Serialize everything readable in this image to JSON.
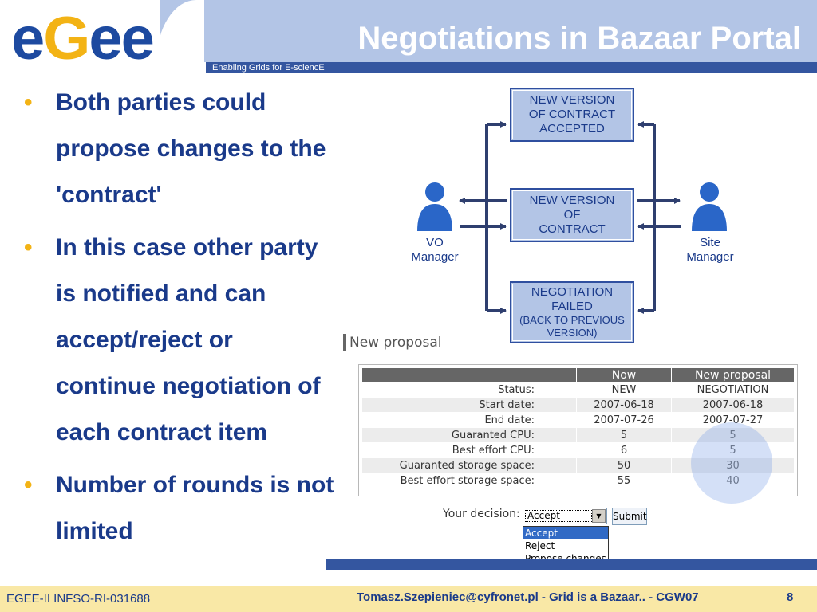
{
  "header": {
    "logo_part1": "e",
    "logo_part2": "G",
    "logo_part3": "ee",
    "title": "Negotiations in Bazaar Portal",
    "tagline": "Enabling Grids for E-sciencE"
  },
  "bullets": [
    "Both parties could propose changes to the 'contract'",
    "In this case other party is notified and can accept/reject or continue negotiation of each contract item",
    "Number of rounds is not limited"
  ],
  "diagram": {
    "box_accepted": [
      "NEW VERSION",
      "OF CONTRACT",
      "ACCEPTED"
    ],
    "box_new": [
      "NEW VERSION",
      "OF",
      "CONTRACT"
    ],
    "box_failed": [
      "NEGOTIATION",
      "FAILED"
    ],
    "box_failed_note": [
      "(BACK TO PREVIOUS",
      "VERSION)"
    ],
    "vo_manager": [
      "VO",
      "Manager"
    ],
    "site_manager": [
      "Site",
      "Manager"
    ]
  },
  "proposal": {
    "heading": "New proposal",
    "columns": [
      "",
      "Now",
      "New proposal"
    ],
    "rows": [
      {
        "label": "Status:",
        "now": "NEW",
        "new": "NEGOTIATION"
      },
      {
        "label": "Start date:",
        "now": "2007-06-18",
        "new": "2007-06-18"
      },
      {
        "label": "End date:",
        "now": "2007-07-26",
        "new": "2007-07-27"
      },
      {
        "label": "Guaranted CPU:",
        "now": "5",
        "new": "5"
      },
      {
        "label": "Best effort CPU:",
        "now": "6",
        "new": "5"
      },
      {
        "label": "Guaranted storage space:",
        "now": "50",
        "new": "30"
      },
      {
        "label": "Best effort storage space:",
        "now": "55",
        "new": "40"
      }
    ],
    "decision_label": "Your decision:",
    "decision_value": "Accept",
    "decision_options": [
      "Accept",
      "Reject",
      "Propose changes"
    ],
    "submit_label": "Submit"
  },
  "footer": {
    "left": "EGEE-II INFSO-RI-031688",
    "middle": "Tomasz.Szepieniec@cyfronet.pl - Grid is a Bazaar.. - CGW07",
    "page": "8"
  },
  "colors": {
    "brand_blue": "#1a3a8a",
    "header_band": "#b3c5e6",
    "bar_blue": "#3456a0",
    "bullet_yellow": "#f3b315",
    "footer_bg": "#f9e8a6"
  }
}
